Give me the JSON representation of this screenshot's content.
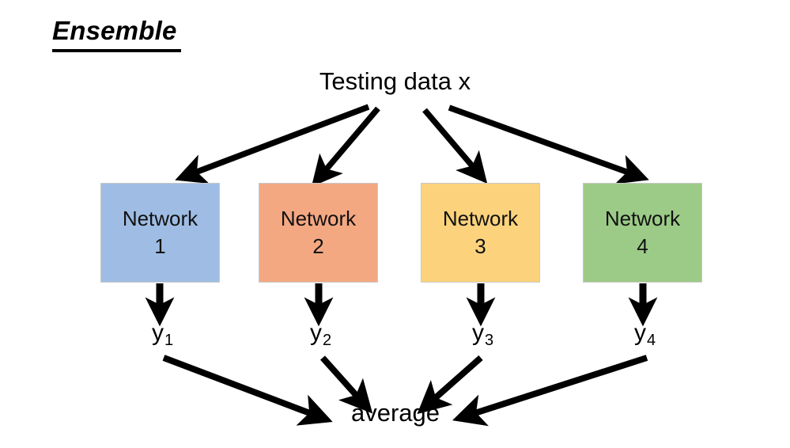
{
  "slide": {
    "title": "Ensemble",
    "background_color": "#ffffff",
    "text_color": "#000000"
  },
  "diagram": {
    "type": "flowchart",
    "source_label": "Testing data x",
    "aggregate_label": "average",
    "arrow_color": "#000000",
    "nodes": [
      {
        "id": "net1",
        "line1": "Network",
        "line2": "1",
        "color": "#9fbde4",
        "output_label": "y",
        "output_subscript": "1"
      },
      {
        "id": "net2",
        "line1": "Network",
        "line2": "2",
        "color": "#f4a882",
        "output_label": "y",
        "output_subscript": "2"
      },
      {
        "id": "net3",
        "line1": "Network",
        "line2": "3",
        "color": "#fcd37c",
        "output_label": "y",
        "output_subscript": "3"
      },
      {
        "id": "net4",
        "line1": "Network",
        "line2": "4",
        "color": "#9ccb87",
        "output_label": "y",
        "output_subscript": "4"
      }
    ]
  }
}
